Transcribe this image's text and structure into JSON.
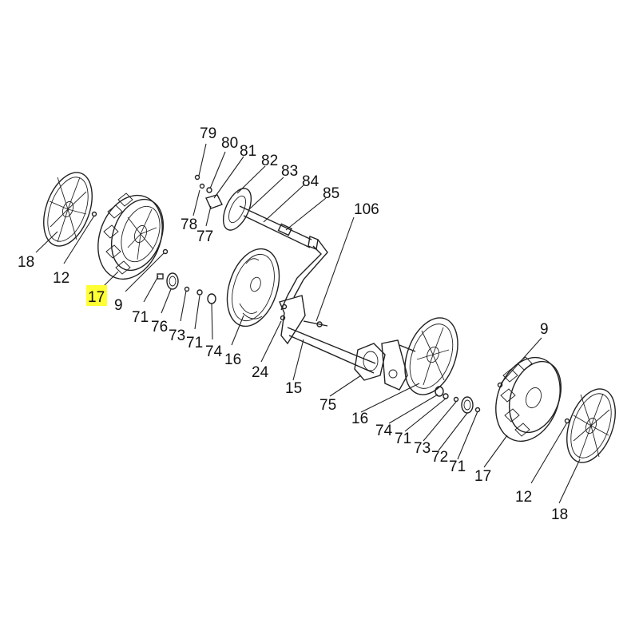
{
  "diagram": {
    "callouts": {
      "p79": "79",
      "p80": "80",
      "p81": "81",
      "p82": "82",
      "p83": "83",
      "p84": "84",
      "p85": "85",
      "p106": "106",
      "p78": "78",
      "p77": "77",
      "p18_left": "18",
      "p12_left": "12",
      "p17_left": "17",
      "p9_left": "9",
      "p71_a": "71",
      "p76": "76",
      "p73_left": "73",
      "p71_b": "71",
      "p74_left": "74",
      "p16_left": "16",
      "p24": "24",
      "p15": "15",
      "p75": "75",
      "p16_right": "16",
      "p74_right": "74",
      "p71_c": "71",
      "p73_right": "73",
      "p72": "72",
      "p71_d": "71",
      "p9_right": "9",
      "p17_right": "17",
      "p12_right": "12",
      "p18_right": "18"
    },
    "highlighted_callout": "p17_left",
    "highlight_color": "#ffff33",
    "line_color": "#222222"
  }
}
